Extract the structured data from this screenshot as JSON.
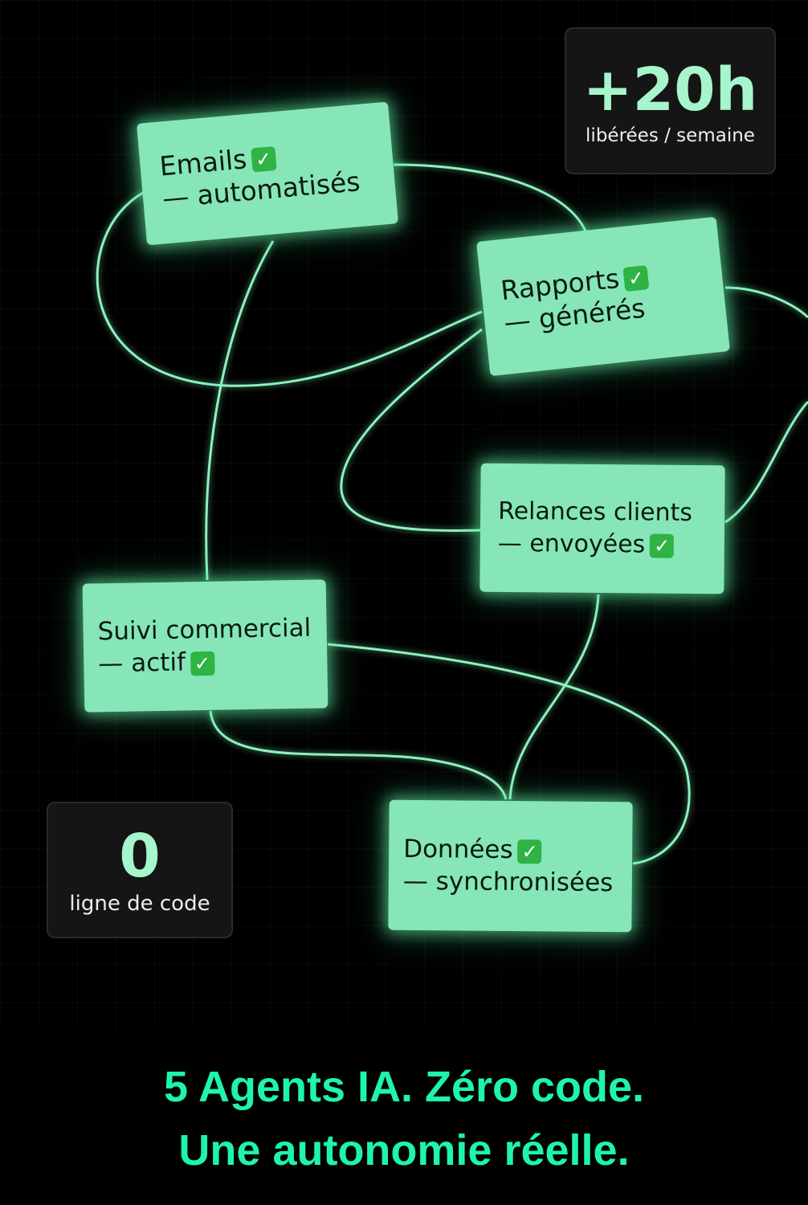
{
  "cards": [
    {
      "line1": "Emails",
      "line2": "— automatisés",
      "check_on": "line1"
    },
    {
      "line1": "Rapports",
      "line2": "— générés",
      "check_on": "line1"
    },
    {
      "line1": "Relances clients",
      "line2": "— envoyées",
      "check_on": "line2"
    },
    {
      "line1": "Suivi commercial",
      "line2": "— actif",
      "check_on": "line2"
    },
    {
      "line1": "Données",
      "line2": "— synchronisées",
      "check_on": "line1"
    }
  ],
  "check_icon": "✓",
  "stats": {
    "hours": {
      "value": "+20h",
      "label": "libérées / semaine"
    },
    "code": {
      "value": "0",
      "label": "ligne de code"
    }
  },
  "headline": {
    "line1": "5 Agents IA. Zéro code.",
    "line2": "Une autonomie réelle."
  },
  "colors": {
    "card": "#86e6b8",
    "accent": "#1ef5a8",
    "line": "#8ff0c0"
  }
}
